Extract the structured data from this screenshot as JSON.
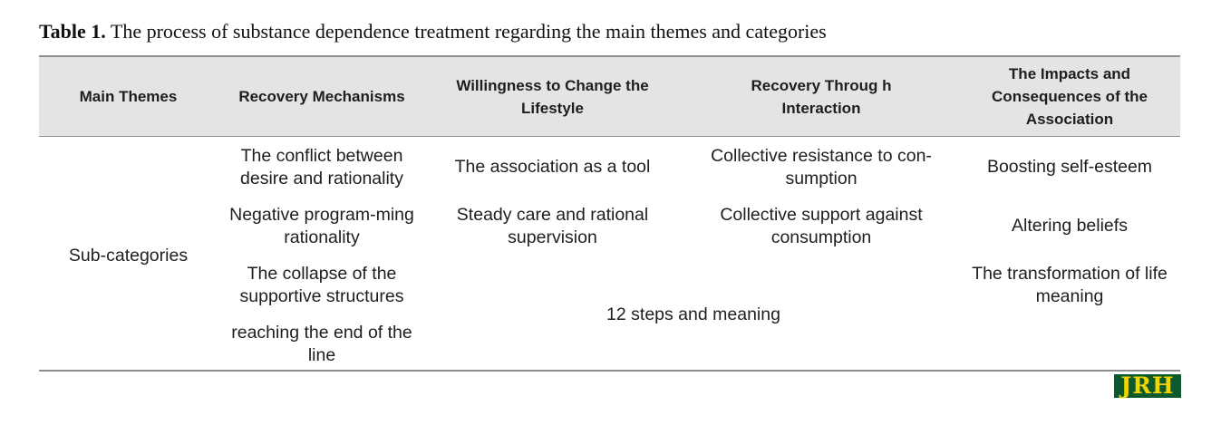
{
  "caption": {
    "label": "Table 1.",
    "text": " The process of substance dependence treatment regarding the main themes and categories"
  },
  "headers": {
    "main_themes": "Main Themes",
    "recovery_mechanisms": "Recovery Mechanisms",
    "willingness": "Willingness to Change the Lifestyle",
    "recovery_interaction": "Recovery Throug h Interaction",
    "impacts": "The Impacts and Consequences of the Association"
  },
  "row_label": "Sub-categories",
  "recovery_mechanisms": [
    "The conflict between desire and rationality",
    "Negative program-ming rationality",
    "The collapse of the supportive structures",
    "reaching the end of the line"
  ],
  "willingness": [
    "The association as a tool",
    "Steady care and rational supervision"
  ],
  "recovery_interaction": [
    "Collective resistance to con-sumption",
    "Collective support against consumption"
  ],
  "shared_cell": "12 steps and meaning",
  "impacts": [
    "Boosting self-esteem",
    "Altering beliefs",
    "The transformation of life meaning"
  ],
  "logo_text": "JRH"
}
